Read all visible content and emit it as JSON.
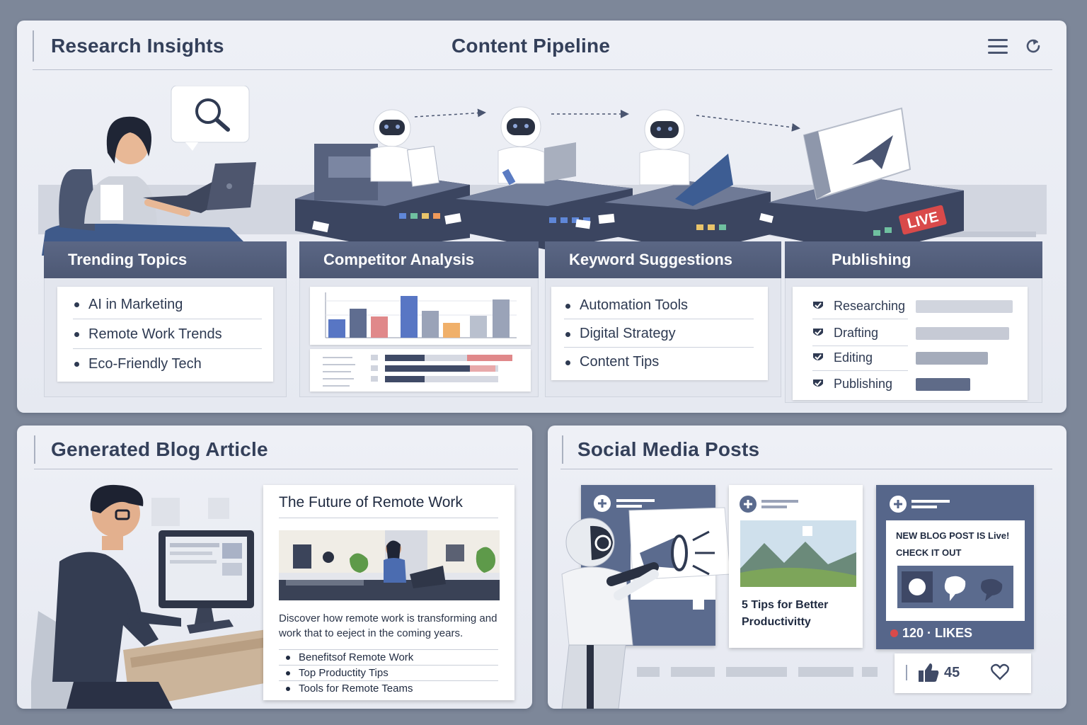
{
  "header": {
    "left_title": "Research Insights",
    "center_title": "Content Pipeline",
    "menu_icon": "hamburger-menu-icon",
    "refresh_icon": "refresh-icon"
  },
  "pipeline": {
    "live_badge": "LIVE",
    "columns": [
      {
        "title": "Trending Topics",
        "items": [
          "AI in Marketing",
          "Remote Work Trends",
          "Eco-Friendly Tech"
        ]
      },
      {
        "title": "Competitor Analysis"
      },
      {
        "title": "Keyword Suggestions",
        "items": [
          "Automation Tools",
          "Digital Strategy",
          "Content Tips"
        ]
      },
      {
        "title": "Publishing",
        "stages": [
          {
            "label": "Researching",
            "progress": 1.0
          },
          {
            "label": "Drafting",
            "progress": 0.96
          },
          {
            "label": "Editing",
            "progress": 0.74
          },
          {
            "label": "Publishing",
            "progress": 0.56
          }
        ]
      }
    ]
  },
  "blog": {
    "title": "Generated Blog Article",
    "article": {
      "headline": "The Future of Remote Work",
      "description": "Discover how remote work is transforming and work that to eeject in the coming years.",
      "points": [
        "Benefitsof Remote Work",
        "Top Productity Tips",
        "Tools for Remote Teams"
      ]
    }
  },
  "social": {
    "title": "Social Media Posts",
    "posts": [
      {
        "caption": "5 Tips for Better Productivitty"
      },
      {
        "line1": "NEW BLOG POST IS Live!",
        "line2": "CHECK IT OUT",
        "likes": "120 · LIKES"
      }
    ],
    "engagement": {
      "thumbs_count": "45"
    }
  },
  "colors": {
    "accent_navy": "#4d5874",
    "live_red": "#d94a4a",
    "bar_blue": "#5876c4",
    "bar_navy": "#5f6d90",
    "bar_pink": "#e0888a",
    "bar_orange": "#f0b06a",
    "bar_gray": "#9aa3b8"
  }
}
